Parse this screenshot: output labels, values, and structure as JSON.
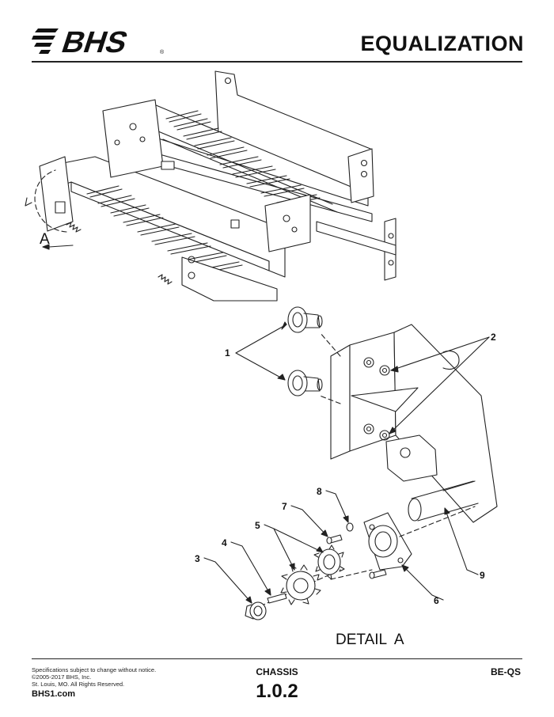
{
  "header": {
    "brand": "BHS",
    "title": "EQUALIZATION"
  },
  "drawing": {
    "view_label": "A",
    "detail_label": "DETAIL  A",
    "callouts": [
      "1",
      "2",
      "3",
      "4",
      "5",
      "6",
      "7",
      "8",
      "9"
    ]
  },
  "footer": {
    "notes": [
      "Specifications subject to change without notice.",
      "©2005-2017 BHS, Inc.",
      "St. Louis, MO.  All Rights Reserved."
    ],
    "url": "BHS1.com",
    "section": "CHASSIS",
    "page_number": "1.0.2",
    "model": "BE-QS"
  }
}
